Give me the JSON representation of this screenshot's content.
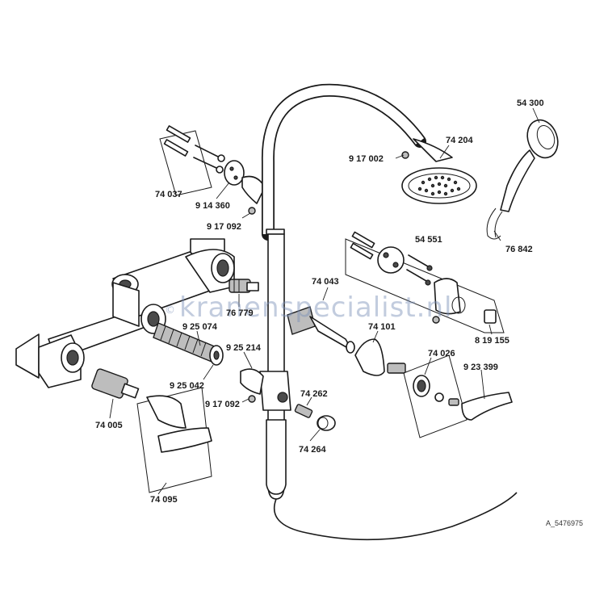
{
  "diagram": {
    "watermark": "kranenspecialist.nl",
    "watermark_symbol": "©",
    "document_id": "A_5476975",
    "part_labels": {
      "p54300": "54 300",
      "p74204": "74 204",
      "p917002": "9 17 002",
      "p74037": "74 037",
      "p914360": "9 14 360",
      "p917092a": "9 17 092",
      "p54551": "54 551",
      "p76842": "76 842",
      "p76779": "76 779",
      "p74043": "74 043",
      "p925074": "9 25 074",
      "p925214": "9 25 214",
      "p74101": "74 101",
      "p819155": "8 19 155",
      "p925042": "9 25 042",
      "p74026": "74 026",
      "p923399": "9 23 399",
      "p917092b": "9 17 092",
      "p74262": "74 262",
      "p74005": "74 005",
      "p74264": "74 264",
      "p74095": "74 095"
    }
  }
}
